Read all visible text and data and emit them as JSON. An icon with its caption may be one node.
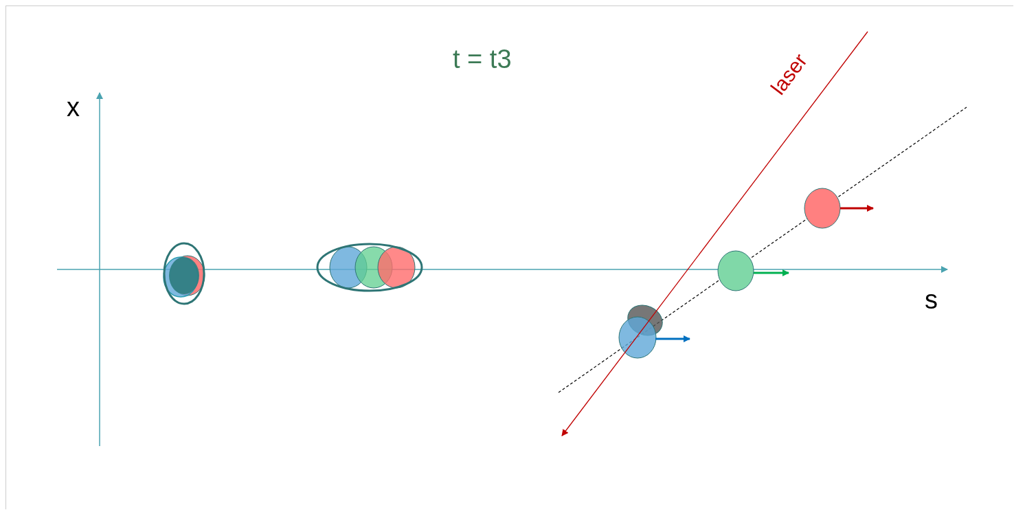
{
  "diagram": {
    "title": "t = t3",
    "labels": [
      "x",
      "s",
      "laser"
    ]
  }
}
